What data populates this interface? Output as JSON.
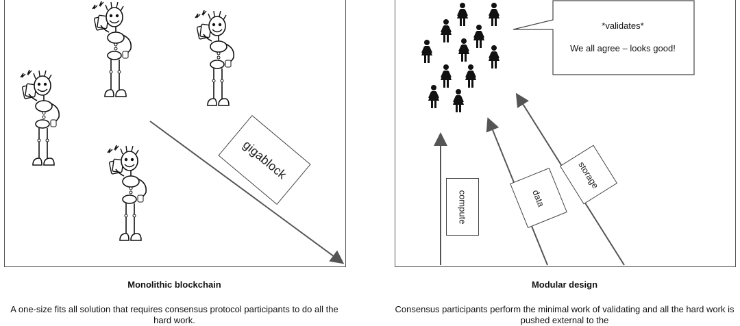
{
  "left": {
    "gigablock_label": "gigablock",
    "title": "Monolithic blockchain",
    "description": "A one-size fits all solution that requires consensus protocol participants to do all the hard work."
  },
  "right": {
    "bubble_line1": "*validates*",
    "bubble_line2": "We all agree – looks good!",
    "compute_label": "compute",
    "data_label": "data",
    "storage_label": "storage",
    "title": "Modular design",
    "description": "Consensus participants perform the minimal work of validating and all the hard work is pushed external to the"
  }
}
